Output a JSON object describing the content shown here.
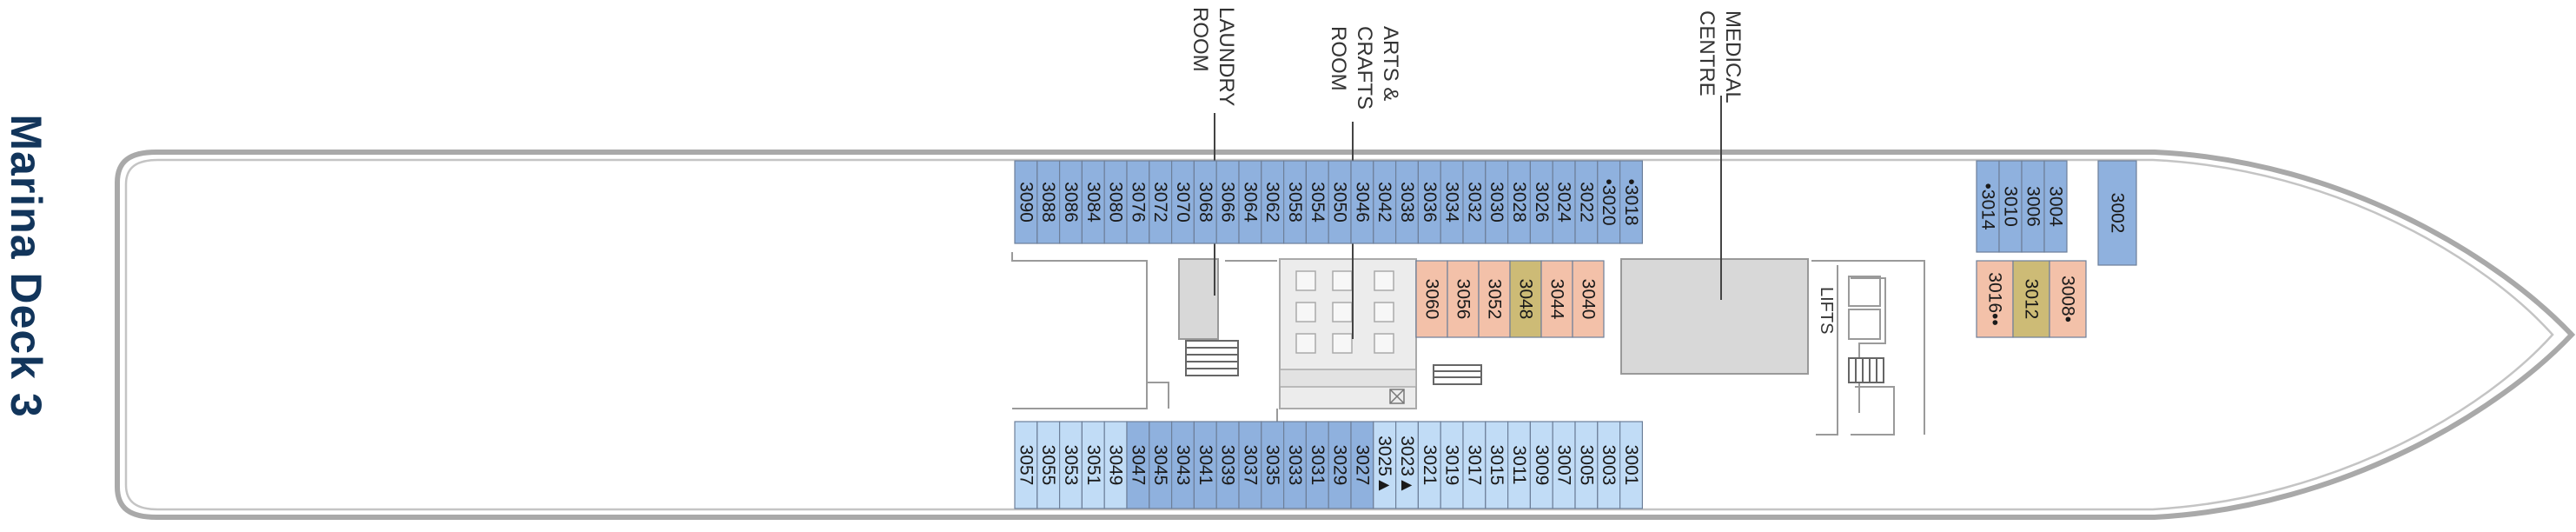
{
  "title": "Marina Deck 3",
  "colors": {
    "cabin_blue": "#8fb1de",
    "cabin_light_blue": "#c1dcf6",
    "cabin_salmon": "#f3c1a9",
    "cabin_olive": "#cdbb76",
    "area_grey": "#d8d8d8",
    "hull_grey": "#a9a9a9"
  },
  "labels": {
    "laundry": [
      "LAUNDRY",
      "ROOM"
    ],
    "arts": [
      "ARTS &",
      "CRAFTS",
      "ROOM"
    ],
    "medical": [
      "MEDICAL",
      "CENTRE"
    ],
    "lifts": "LIFTS"
  },
  "cabins": {
    "top_row": [
      {
        "id": "3090",
        "color": "blue"
      },
      {
        "id": "3088",
        "color": "blue"
      },
      {
        "id": "3086",
        "color": "blue"
      },
      {
        "id": "3084",
        "color": "blue"
      },
      {
        "id": "3080",
        "color": "blue"
      },
      {
        "id": "3076",
        "color": "blue"
      },
      {
        "id": "3072",
        "color": "blue"
      },
      {
        "id": "3070",
        "color": "blue"
      },
      {
        "id": "3068",
        "color": "blue"
      },
      {
        "id": "3066",
        "color": "blue"
      },
      {
        "id": "3064",
        "color": "blue"
      },
      {
        "id": "3062",
        "color": "blue"
      },
      {
        "id": "3058",
        "color": "blue"
      },
      {
        "id": "3054",
        "color": "blue"
      },
      {
        "id": "3050",
        "color": "blue"
      },
      {
        "id": "3046",
        "color": "blue"
      },
      {
        "id": "3042",
        "color": "blue"
      },
      {
        "id": "3038",
        "color": "blue"
      },
      {
        "id": "3036",
        "color": "blue"
      },
      {
        "id": "3034",
        "color": "blue"
      },
      {
        "id": "3032",
        "color": "blue"
      },
      {
        "id": "3030",
        "color": "blue"
      },
      {
        "id": "3028",
        "color": "blue"
      },
      {
        "id": "3026",
        "color": "blue"
      },
      {
        "id": "3024",
        "color": "blue"
      },
      {
        "id": "3022",
        "color": "blue"
      },
      {
        "id": "•3020",
        "color": "blue"
      },
      {
        "id": "•3018",
        "color": "blue"
      }
    ],
    "forward_top": [
      {
        "id": "•3014",
        "color": "blue"
      },
      {
        "id": "3010",
        "color": "blue"
      },
      {
        "id": "3006",
        "color": "blue"
      },
      {
        "id": "3004",
        "color": "blue"
      }
    ],
    "bow": {
      "id": "3002",
      "color": "blue"
    },
    "inner_mid": [
      {
        "id": "3060",
        "color": "salmon"
      },
      {
        "id": "3056",
        "color": "salmon"
      },
      {
        "id": "3052",
        "color": "salmon"
      },
      {
        "id": "3048",
        "color": "olive"
      },
      {
        "id": "3044",
        "color": "salmon"
      },
      {
        "id": "3040",
        "color": "salmon"
      }
    ],
    "inner_fwd": [
      {
        "id": "3016••",
        "color": "salmon"
      },
      {
        "id": "3012",
        "color": "olive"
      },
      {
        "id": "3008•",
        "color": "salmon"
      }
    ],
    "bottom_row": [
      {
        "id": "3057",
        "color": "light"
      },
      {
        "id": "3055",
        "color": "light"
      },
      {
        "id": "3053",
        "color": "light"
      },
      {
        "id": "3051",
        "color": "light"
      },
      {
        "id": "3049",
        "color": "light"
      },
      {
        "id": "3047",
        "color": "blue"
      },
      {
        "id": "3045",
        "color": "blue"
      },
      {
        "id": "3043",
        "color": "blue"
      },
      {
        "id": "3041",
        "color": "blue"
      },
      {
        "id": "3039",
        "color": "blue"
      },
      {
        "id": "3037",
        "color": "blue"
      },
      {
        "id": "3035",
        "color": "blue"
      },
      {
        "id": "3033",
        "color": "blue"
      },
      {
        "id": "3031",
        "color": "blue"
      },
      {
        "id": "3029",
        "color": "blue"
      },
      {
        "id": "3027",
        "color": "blue"
      },
      {
        "id": "3025▲",
        "color": "light"
      },
      {
        "id": "3023▲",
        "color": "light"
      },
      {
        "id": "3021",
        "color": "light"
      },
      {
        "id": "3019",
        "color": "light"
      },
      {
        "id": "3017",
        "color": "light"
      },
      {
        "id": "3015",
        "color": "light"
      },
      {
        "id": "3011",
        "color": "light"
      },
      {
        "id": "3009",
        "color": "light"
      },
      {
        "id": "3007",
        "color": "light"
      },
      {
        "id": "3005",
        "color": "light"
      },
      {
        "id": "3003",
        "color": "light"
      },
      {
        "id": "3001",
        "color": "light"
      }
    ]
  }
}
